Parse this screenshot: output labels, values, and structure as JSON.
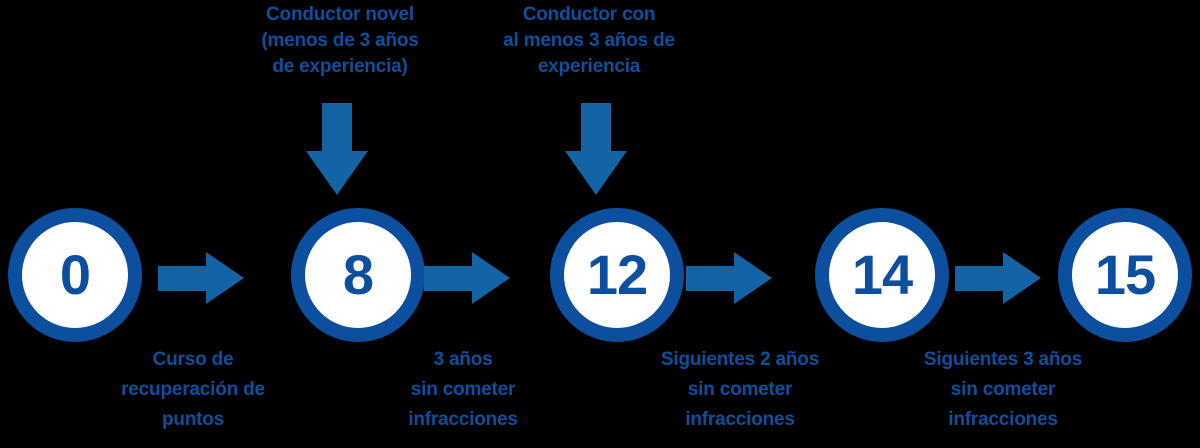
{
  "diagram": {
    "type": "timeline-flow",
    "colors": {
      "background": "#000000",
      "accent_ring": "#0b4f9e",
      "arrow": "#1464a5",
      "node_fill": "#ffffff",
      "text": "#0b4f9e"
    },
    "nodes": [
      {
        "value": "0"
      },
      {
        "value": "8"
      },
      {
        "value": "12"
      },
      {
        "value": "14"
      },
      {
        "value": "15"
      }
    ],
    "top_callouts": [
      {
        "text": "Conductor novel\n(menos de 3 años\nde experiencia)"
      },
      {
        "text": "Conductor con\nal menos 3 años de\nexperiencia"
      }
    ],
    "bottom_labels": [
      {
        "text": "Curso de\nrecuperación de\npuntos"
      },
      {
        "text": "3 años\nsin cometer\ninfracciones"
      },
      {
        "text": "Siguientes 2 años\nsin cometer\ninfracciones"
      },
      {
        "text": "Siguientes 3 años\nsin cometer\ninfracciones"
      }
    ]
  }
}
